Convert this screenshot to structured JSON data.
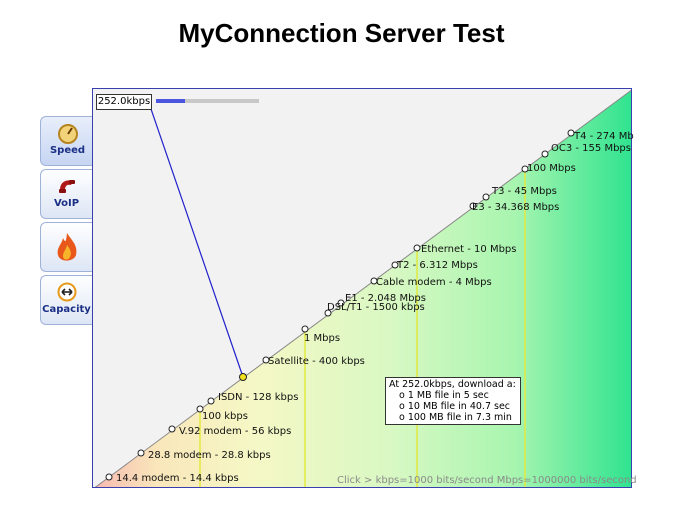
{
  "title": "MyConnection Server Test",
  "tabs": [
    {
      "label": "Speed",
      "icon": "gauge-icon",
      "active": true
    },
    {
      "label": "VoIP",
      "icon": "phone-icon",
      "active": false
    },
    {
      "label": "",
      "icon": "flame-icon",
      "active": false
    },
    {
      "label": "Capacity",
      "icon": "arrows-icon",
      "active": false
    }
  ],
  "speed_readout": "252.0kbps",
  "progress_fraction": 0.28,
  "points": [
    {
      "label": "14.4 modem - 14.4 kbps"
    },
    {
      "label": "28.8 modem - 28.8 kbps"
    },
    {
      "label": "V.92 modem - 56 kbps"
    },
    {
      "label": "100 kbps"
    },
    {
      "label": "ISDN - 128 kbps"
    },
    {
      "label": "Satellite - 400 kbps"
    },
    {
      "label": "1 Mbps"
    },
    {
      "label": "DSL/T1 - 1500 kbps"
    },
    {
      "label": "E1 - 2.048 Mbps"
    },
    {
      "label": "Cable modem - 4 Mbps"
    },
    {
      "label": "T2 - 6.312 Mbps"
    },
    {
      "label": "Ethernet - 10 Mbps"
    },
    {
      "label": "E3 - 34.368 Mbps"
    },
    {
      "label": "T3 - 45 Mbps"
    },
    {
      "label": "100 Mbps"
    },
    {
      "label": "OC3 - 155 Mbps"
    },
    {
      "label": "T4 - 274 Mb"
    }
  ],
  "info": {
    "line1": "At 252.0kbps, download a:",
    "line2": "o 1 MB file in 5 sec",
    "line3": "o 10 MB file in 40.7 sec",
    "line4": "o 100 MB file in 7.3 min"
  },
  "footer": "Click > kbps=1000 bits/second  Mbps=1000000 bits/second",
  "colors": {
    "accent": "#1b2f86",
    "indicator": "#2222cc",
    "marker": "#f0e020"
  }
}
